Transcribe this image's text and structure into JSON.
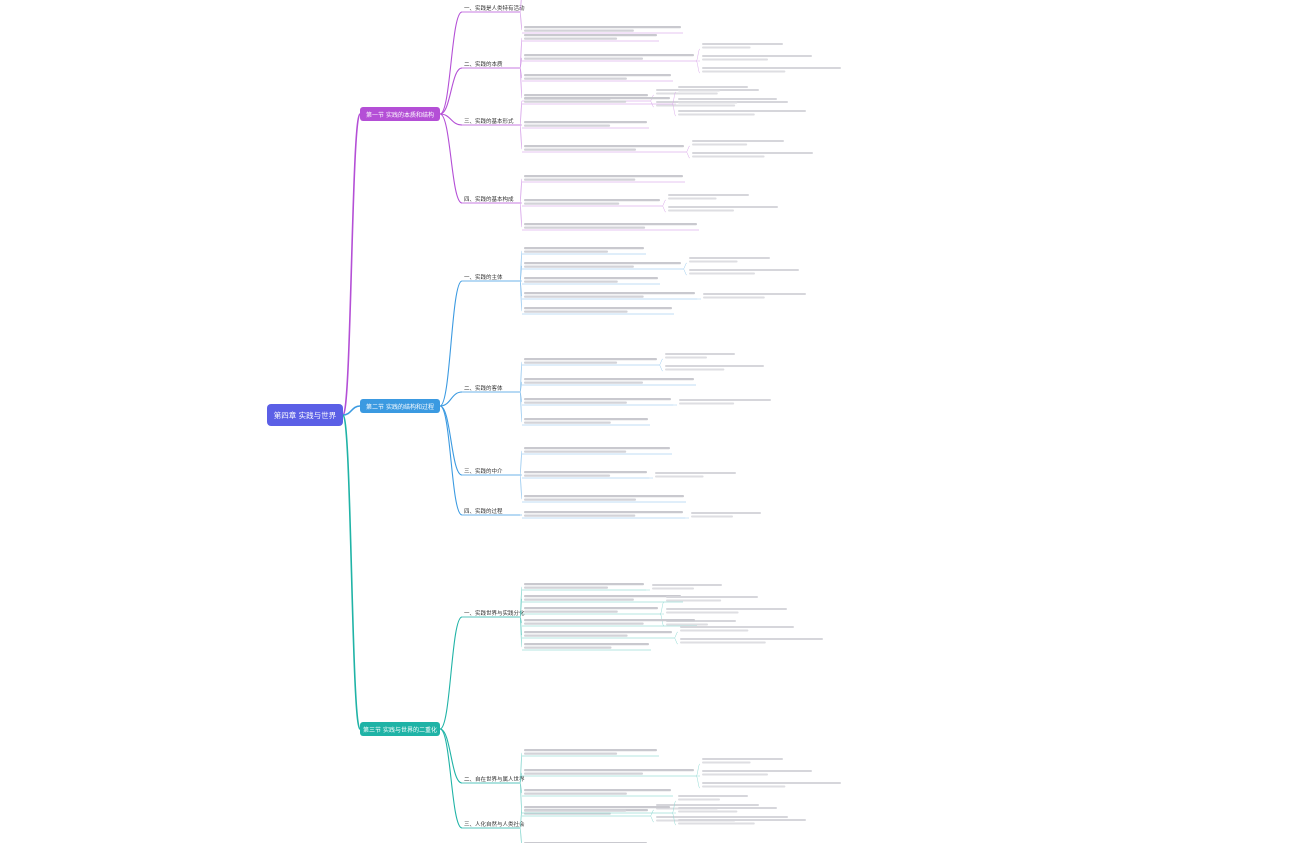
{
  "root": {
    "label": "第四章 实践与世界",
    "color": "#5b5fe6"
  },
  "branches": [
    {
      "label": "第一节 实践的本质和结构",
      "color": "#b44fd6",
      "subs": [
        {
          "label": "一、实践是人类特有活动",
          "leaves": 2
        },
        {
          "label": "二、实践的本质",
          "leaves": 4
        },
        {
          "label": "三、实践的基本形式",
          "leaves": 3
        },
        {
          "label": "四、实践的基本构成",
          "leaves": 3
        }
      ]
    },
    {
      "label": "第二节 实践的结构和过程",
      "color": "#3b9ae1",
      "subs": [
        {
          "label": "一、实践的主体",
          "leaves": 5
        },
        {
          "label": "二、实践的客体",
          "leaves": 4
        },
        {
          "label": "三、实践的中介",
          "leaves": 3
        },
        {
          "label": "四、实践的过程",
          "leaves": 1
        }
      ]
    },
    {
      "label": "第三节 实践与世界的二重化",
      "color": "#1fb3a6",
      "subs": [
        {
          "label": "一、实践世界与实践分化",
          "leaves": 6
        },
        {
          "label": "二、自在世界与属人世界",
          "leaves": 4
        },
        {
          "label": "三、人化自然与人类社会",
          "leaves": 2
        }
      ]
    }
  ]
}
